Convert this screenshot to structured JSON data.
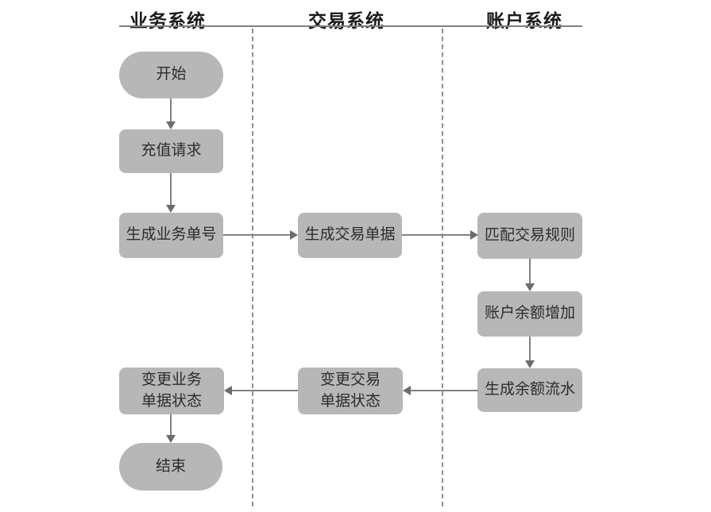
{
  "colors": {
    "background": "#ffffff",
    "node_fill": "#b7b7b7",
    "node_text": "#2c2c2c",
    "arrow_line": "#828282",
    "arrow_head": "#6c6c6c",
    "lane_divider": "#8f8f8f",
    "header_line": "#7f7f7f",
    "header_text": "#1b1b1b"
  },
  "lanes": [
    {
      "id": "business",
      "title": "业务系统"
    },
    {
      "id": "trade",
      "title": "交易系统"
    },
    {
      "id": "account",
      "title": "账户系统"
    }
  ],
  "nodes": {
    "start": {
      "label": "开始",
      "shape": "stadium",
      "lane": "business"
    },
    "recharge_request": {
      "label": "充值请求",
      "shape": "rect",
      "lane": "business"
    },
    "generate_business_no": {
      "label": "生成业务单号",
      "shape": "rect",
      "lane": "business"
    },
    "generate_trade_doc": {
      "label": "生成交易单据",
      "shape": "rect",
      "lane": "trade"
    },
    "match_trade_rule": {
      "label": "匹配交易规则",
      "shape": "rect",
      "lane": "account"
    },
    "increase_account_balance": {
      "label": "账户余额增加",
      "shape": "rect",
      "lane": "account"
    },
    "generate_balance_flow": {
      "label": "生成余额流水",
      "shape": "rect",
      "lane": "account"
    },
    "update_trade_doc_status": {
      "label": "变更交易\n单据状态",
      "shape": "rect",
      "lane": "trade"
    },
    "update_business_doc_status": {
      "label": "变更业务\n单据状态",
      "shape": "rect",
      "lane": "business"
    },
    "end": {
      "label": "结束",
      "shape": "stadium",
      "lane": "business"
    }
  },
  "edges": [
    {
      "from": "start",
      "to": "recharge_request",
      "direction": "down"
    },
    {
      "from": "recharge_request",
      "to": "generate_business_no",
      "direction": "down"
    },
    {
      "from": "generate_business_no",
      "to": "generate_trade_doc",
      "direction": "right"
    },
    {
      "from": "generate_trade_doc",
      "to": "match_trade_rule",
      "direction": "right"
    },
    {
      "from": "match_trade_rule",
      "to": "increase_account_balance",
      "direction": "down"
    },
    {
      "from": "increase_account_balance",
      "to": "generate_balance_flow",
      "direction": "down"
    },
    {
      "from": "generate_balance_flow",
      "to": "update_trade_doc_status",
      "direction": "left"
    },
    {
      "from": "update_trade_doc_status",
      "to": "update_business_doc_status",
      "direction": "left"
    },
    {
      "from": "update_business_doc_status",
      "to": "end",
      "direction": "down"
    }
  ]
}
